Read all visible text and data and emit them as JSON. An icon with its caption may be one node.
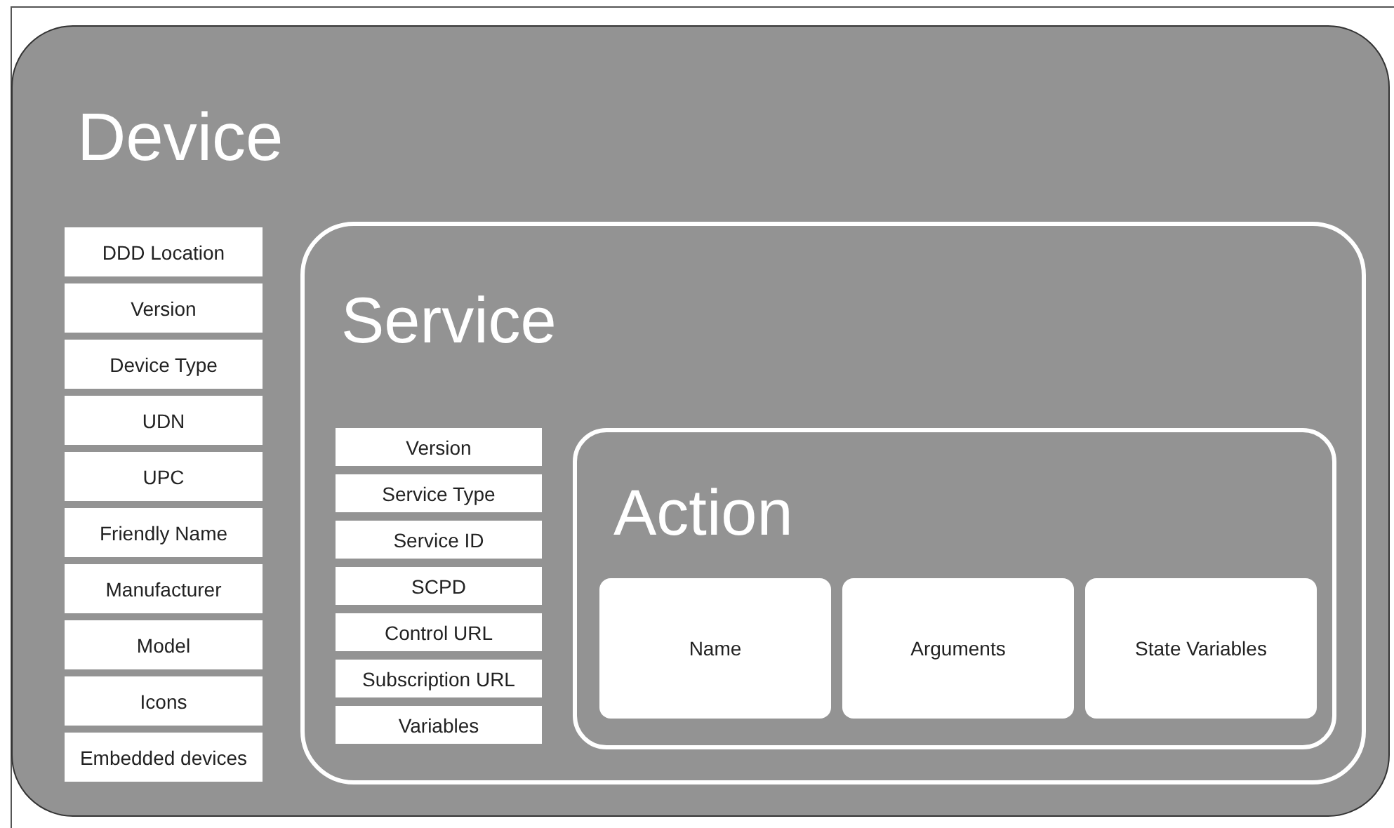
{
  "diagram": {
    "nodes": [
      {
        "text": [
          "Device"
        ]
      },
      {
        "text": [
          "DDD Location"
        ],
        "in": 0
      },
      {
        "text": [
          "Version"
        ],
        "in": 0
      },
      {
        "text": [
          "Device Type"
        ],
        "in": 0
      },
      {
        "text": [
          "UDN"
        ],
        "in": 0
      },
      {
        "text": [
          "UPC"
        ],
        "in": 0
      },
      {
        "text": [
          "Friendly Name"
        ],
        "in": 0
      },
      {
        "text": [
          "Manufacturer"
        ],
        "in": 0
      },
      {
        "text": [
          "Model"
        ],
        "in": 0
      },
      {
        "text": [
          "Icons"
        ],
        "in": 0
      },
      {
        "text": [
          "Embedded devices"
        ],
        "in": 0
      },
      {
        "text": [
          "Service"
        ],
        "in": 0
      },
      {
        "text": [
          "Version"
        ],
        "in": 11
      },
      {
        "text": [
          "Service Type"
        ],
        "in": 11
      },
      {
        "text": [
          "Service ID"
        ],
        "in": 11
      },
      {
        "text": [
          "SCPD"
        ],
        "in": 11
      },
      {
        "text": [
          "Control URL"
        ],
        "in": 11
      },
      {
        "text": [
          "Subscription URL"
        ],
        "in": 11
      },
      {
        "text": [
          "Variables"
        ],
        "in": 11
      },
      {
        "text": [
          "Action"
        ],
        "in": 11
      },
      {
        "text": [
          "Name"
        ],
        "in": 19
      },
      {
        "text": [
          "Arguments"
        ],
        "in": 19
      },
      {
        "text": [
          "State Variables"
        ],
        "in": 19
      }
    ]
  }
}
